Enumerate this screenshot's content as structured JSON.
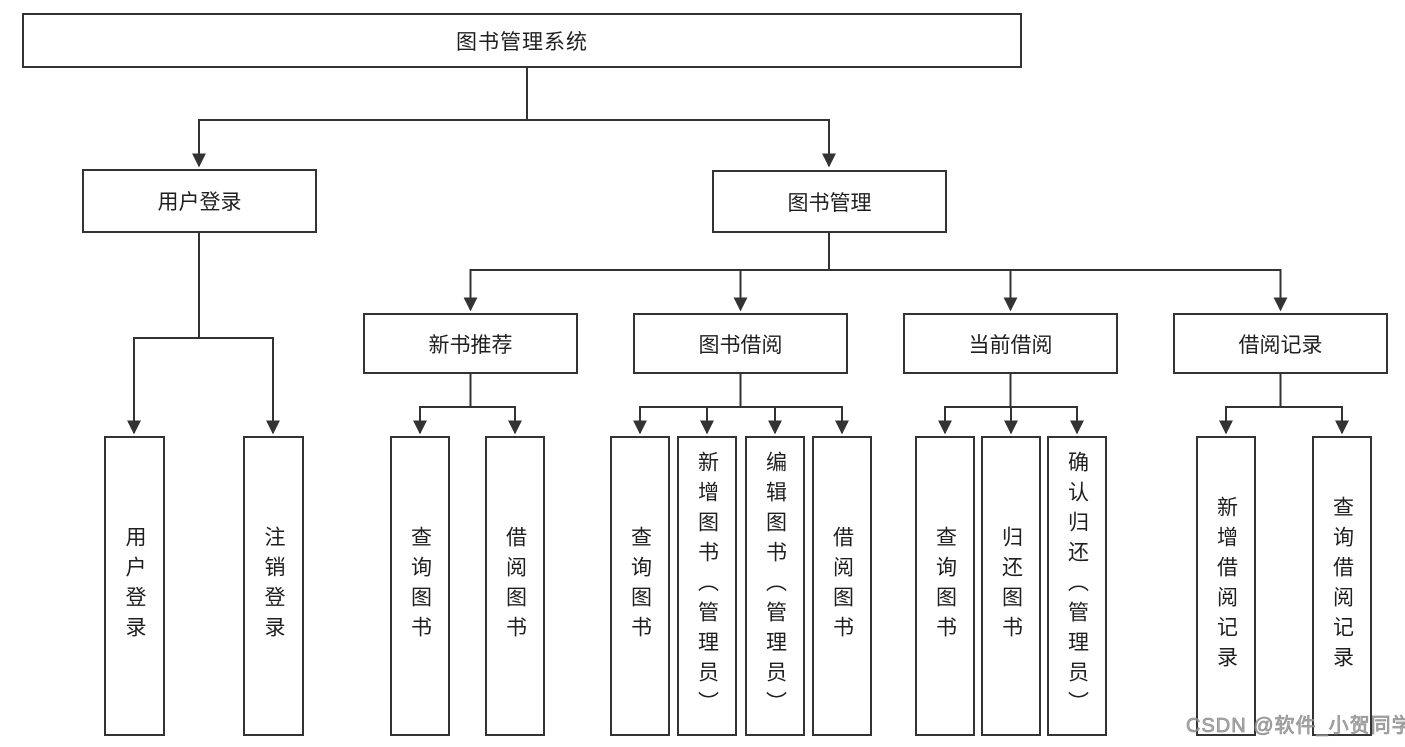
{
  "nodes": {
    "root": "图书管理系统",
    "level2": {
      "left": "用户登录",
      "right": "图书管理"
    },
    "level3": [
      "新书推荐",
      "图书借阅",
      "当前借阅",
      "借阅记录"
    ],
    "leaves_user": [
      "用户登录",
      "注销登录"
    ],
    "leaves_recommend": [
      "查询图书",
      "借阅图书"
    ],
    "leaves_borrow": [
      "查询图书",
      "新增图书（管理员）",
      "编辑图书（管理员）",
      "借阅图书"
    ],
    "leaves_current": [
      "查询图书",
      "归还图书",
      "确认归还（管理员）"
    ],
    "leaves_record": [
      "新增借阅记录",
      "查询借阅记录"
    ]
  },
  "watermark": "CSDN @软件_小贺同学",
  "colors": {
    "line": "#333333",
    "text": "#1f1f1f",
    "watermark": "#969696",
    "background": "#ffffff"
  }
}
